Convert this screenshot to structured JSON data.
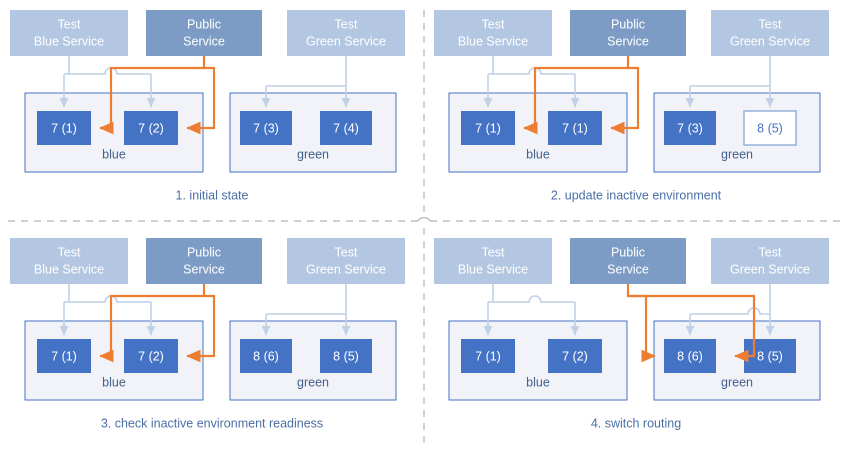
{
  "meta": {
    "title": "Blue-Green Deployment Sequence",
    "colors": {
      "test_service_fill": "#B4C7E2",
      "public_service_fill": "#7C9CC6",
      "version_fill": "#4472C4",
      "version_pending_fill": "#FFFFFF",
      "version_pending_border": "#8FAADC",
      "env_fill": "#F1F3F8",
      "env_border": "#4472C4",
      "routing_arrow": "#ED7D31",
      "test_arrow": "#BFD0E7",
      "caption_text": "#4A6FA5",
      "divider": "#BFBFBF"
    }
  },
  "panels": [
    {
      "id": "panel-1",
      "caption": "1. initial state",
      "services": [
        {
          "name": "test-blue-service",
          "line1": "Test",
          "line2": "Blue Service",
          "kind": "test"
        },
        {
          "name": "public-service",
          "line1": "Public",
          "line2": "Service",
          "kind": "public"
        },
        {
          "name": "test-green-service",
          "line1": "Test",
          "line2": "Green Service",
          "kind": "test"
        }
      ],
      "environments": [
        {
          "name": "blue",
          "label": "blue",
          "instances": [
            {
              "label": "7 (1)",
              "state": "running"
            },
            {
              "label": "7 (2)",
              "state": "running"
            }
          ]
        },
        {
          "name": "green",
          "label": "green",
          "instances": [
            {
              "label": "7 (3)",
              "state": "running"
            },
            {
              "label": "7 (4)",
              "state": "running"
            }
          ]
        }
      ],
      "routing_target": "blue"
    },
    {
      "id": "panel-2",
      "caption": "2. update inactive environment",
      "services": [
        {
          "name": "test-blue-service",
          "line1": "Test",
          "line2": "Blue Service",
          "kind": "test"
        },
        {
          "name": "public-service",
          "line1": "Public",
          "line2": "Service",
          "kind": "public"
        },
        {
          "name": "test-green-service",
          "line1": "Test",
          "line2": "Green Service",
          "kind": "test"
        }
      ],
      "environments": [
        {
          "name": "blue",
          "label": "blue",
          "instances": [
            {
              "label": "7 (1)",
              "state": "running"
            },
            {
              "label": "7 (1)",
              "state": "running"
            }
          ]
        },
        {
          "name": "green",
          "label": "green",
          "instances": [
            {
              "label": "7 (3)",
              "state": "running"
            },
            {
              "label": "8 (5)",
              "state": "pending"
            }
          ]
        }
      ],
      "routing_target": "blue"
    },
    {
      "id": "panel-3",
      "caption": "3. check inactive environment readiness",
      "services": [
        {
          "name": "test-blue-service",
          "line1": "Test",
          "line2": "Blue Service",
          "kind": "test"
        },
        {
          "name": "public-service",
          "line1": "Public",
          "line2": "Service",
          "kind": "public"
        },
        {
          "name": "test-green-service",
          "line1": "Test",
          "line2": "Green Service",
          "kind": "test"
        }
      ],
      "environments": [
        {
          "name": "blue",
          "label": "blue",
          "instances": [
            {
              "label": "7 (1)",
              "state": "running"
            },
            {
              "label": "7 (2)",
              "state": "running"
            }
          ]
        },
        {
          "name": "green",
          "label": "green",
          "instances": [
            {
              "label": "8 (6)",
              "state": "running"
            },
            {
              "label": "8 (5)",
              "state": "running"
            }
          ]
        }
      ],
      "routing_target": "blue"
    },
    {
      "id": "panel-4",
      "caption": "4. switch routing",
      "services": [
        {
          "name": "test-blue-service",
          "line1": "Test",
          "line2": "Blue Service",
          "kind": "test"
        },
        {
          "name": "public-service",
          "line1": "Public",
          "line2": "Service",
          "kind": "public"
        },
        {
          "name": "test-green-service",
          "line1": "Test",
          "line2": "Green Service",
          "kind": "test"
        }
      ],
      "environments": [
        {
          "name": "blue",
          "label": "blue",
          "instances": [
            {
              "label": "7 (1)",
              "state": "running"
            },
            {
              "label": "7 (2)",
              "state": "running"
            }
          ]
        },
        {
          "name": "green",
          "label": "green",
          "instances": [
            {
              "label": "8 (6)",
              "state": "running"
            },
            {
              "label": "8 (5)",
              "state": "running"
            }
          ]
        }
      ],
      "routing_target": "green"
    }
  ]
}
